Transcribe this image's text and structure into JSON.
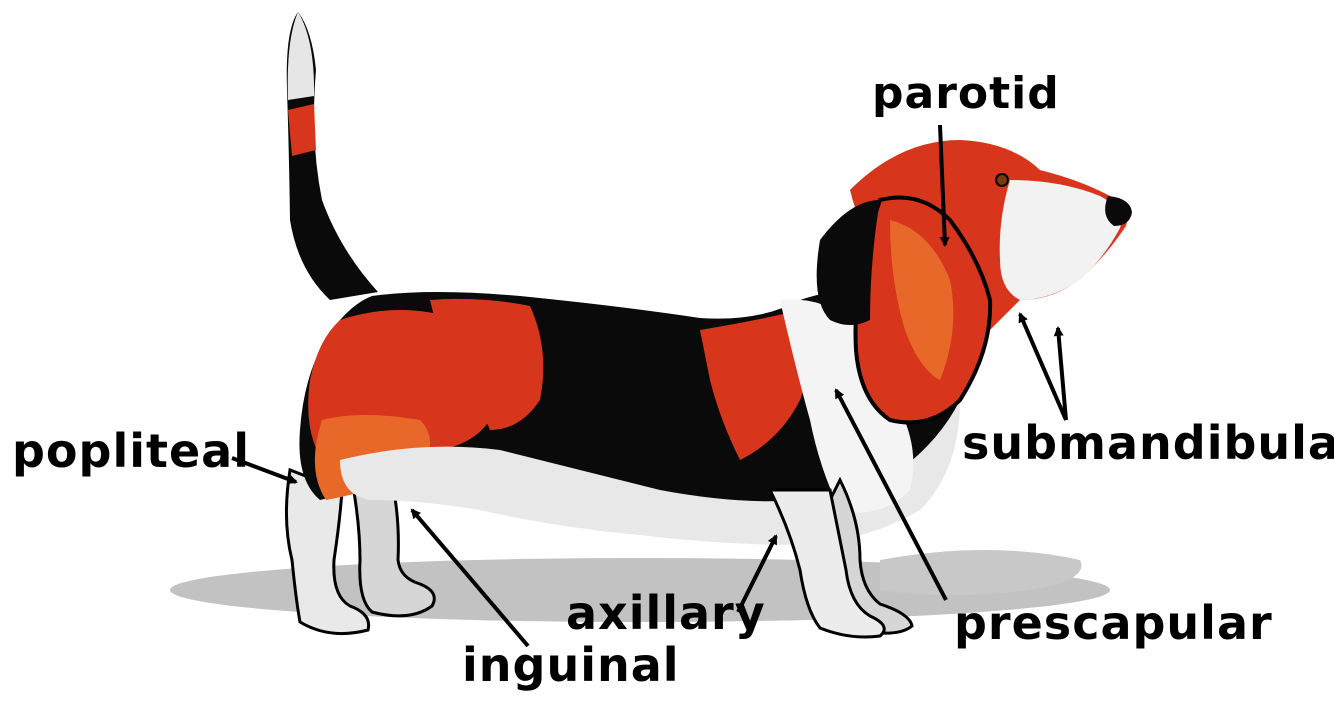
{
  "labels": {
    "parotid": "parotid",
    "popliteal": "popliteal",
    "submandibular": "submandibular",
    "axillary": "axillary",
    "inguinal": "inguinal",
    "prescapular": "prescapular"
  },
  "colors": {
    "background": "#ffffff",
    "coat_red": "#d8361c",
    "coat_orange": "#e8682a",
    "coat_black": "#0a0a0a",
    "coat_white": "#ffffff",
    "shading_grey": "#c8c8c8",
    "shadow_grey": "#bdbdbd",
    "label_text": "#000000"
  }
}
